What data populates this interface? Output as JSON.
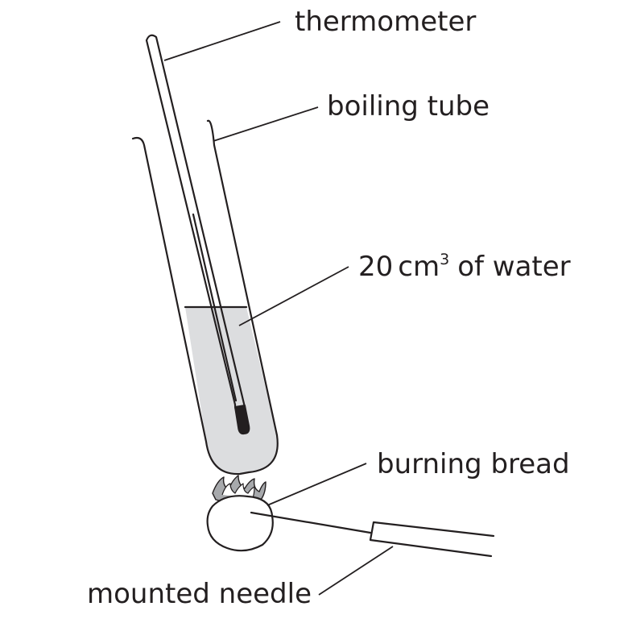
{
  "labels": {
    "thermometer": "thermometer",
    "boiling_tube": "boiling tube",
    "water_amount": "20",
    "water_unit": "cm",
    "water_unit_power": "3",
    "water_rest": "of water",
    "burning_bread": "burning bread",
    "mounted_needle": "mounted needle"
  },
  "colors": {
    "ink": "#231f20",
    "water": "#dcdddf",
    "bulb": "#231f20",
    "flame": "#a7a9ac",
    "background": "#ffffff"
  }
}
